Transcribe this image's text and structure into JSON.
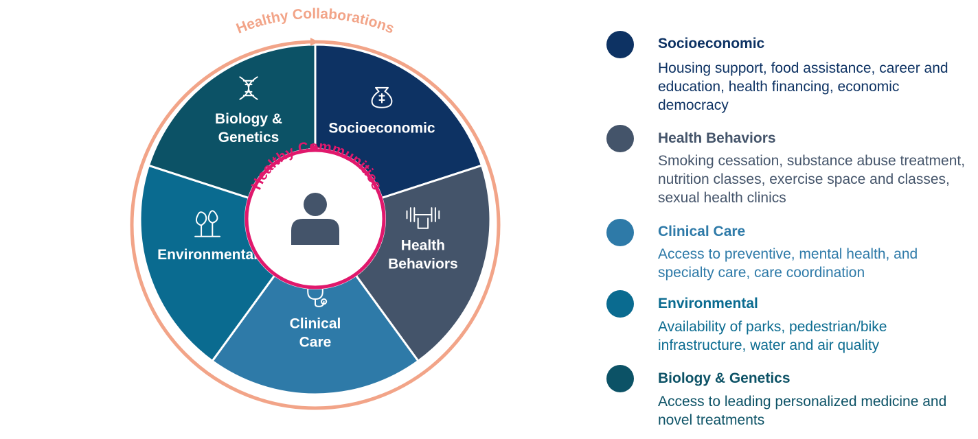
{
  "outer_label": "Healthy Collaborations",
  "inner_label": "Healthy Communities",
  "colors": {
    "outer_ring": "#F2A488",
    "inner_ring": "#E0186C",
    "person": "#44546A",
    "socioeconomic": "#0D3263",
    "health_behaviors": "#44546A",
    "clinical_care": "#2E7AA8",
    "environmental": "#0A6B90",
    "biology_genetics": "#0C5266"
  },
  "segments": [
    {
      "key": "socioeconomic",
      "lines": [
        "Socioeconomic"
      ],
      "icon": "money-bag-icon"
    },
    {
      "key": "health_behaviors",
      "lines": [
        "Health",
        "Behaviors"
      ],
      "icon": "dumbbell-icon"
    },
    {
      "key": "clinical_care",
      "lines": [
        "Clinical",
        "Care"
      ],
      "icon": "stethoscope-icon"
    },
    {
      "key": "environmental",
      "lines": [
        "Environmental"
      ],
      "icon": "trees-icon"
    },
    {
      "key": "biology_genetics",
      "lines": [
        "Biology &",
        "Genetics"
      ],
      "icon": "dna-icon"
    }
  ],
  "legend": [
    {
      "key": "socioeconomic",
      "title": "Socioeconomic",
      "desc": "Housing support, food assistance, career and education, health financing, economic democracy"
    },
    {
      "key": "health_behaviors",
      "title": "Health Behaviors",
      "desc": "Smoking cessation, substance abuse treatment, nutrition classes, exercise space and classes, sexual health clinics"
    },
    {
      "key": "clinical_care",
      "title": "Clinical Care",
      "desc": "Access to preventive, mental health, and specialty care, care coordination"
    },
    {
      "key": "environmental",
      "title": "Environmental",
      "desc": "Availability of parks, pedestrian/bike infrastructure,  water and air quality"
    },
    {
      "key": "biology_genetics",
      "title": "Biology & Genetics",
      "desc": "Access to leading personalized medicine and novel treatments"
    }
  ]
}
